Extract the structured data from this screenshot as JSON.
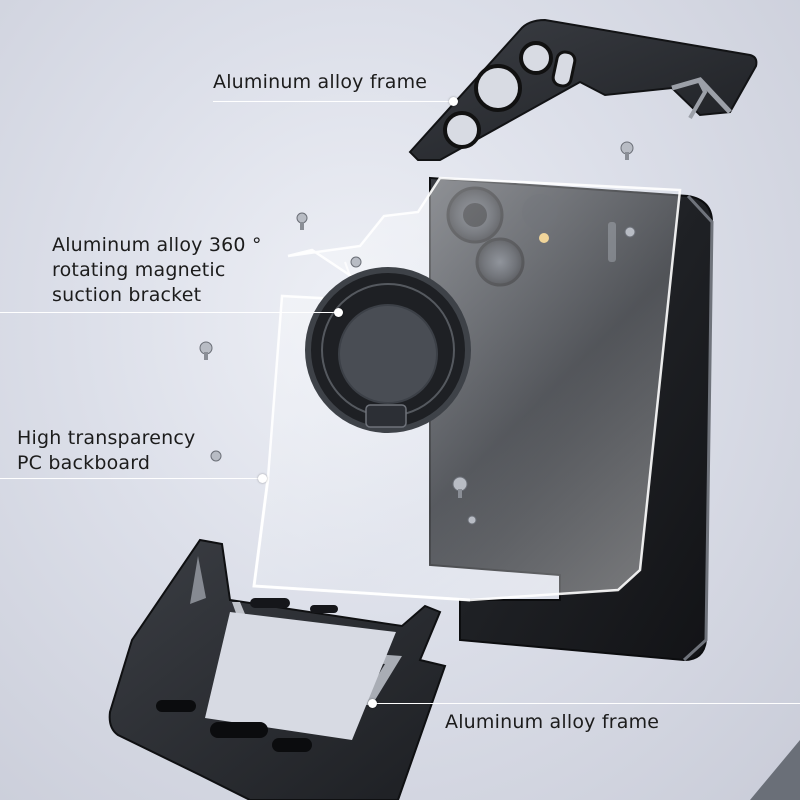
{
  "callouts": {
    "top_frame": {
      "text": "Aluminum alloy frame"
    },
    "magnetic_bracket": {
      "lines": [
        "Aluminum alloy 360 °",
        "rotating magnetic",
        "suction bracket"
      ]
    },
    "backboard": {
      "lines": [
        "High transparency",
        "PC backboard"
      ]
    },
    "bottom_frame": {
      "text": "Aluminum alloy frame"
    }
  },
  "colors": {
    "frame": "#2a2c30",
    "frame_highlight": "#9ca0a8",
    "phone_body": "#1e2024",
    "glass": "#f4f6fa",
    "callout_line": "#ffffff",
    "label_text": "#1c1c1c"
  }
}
